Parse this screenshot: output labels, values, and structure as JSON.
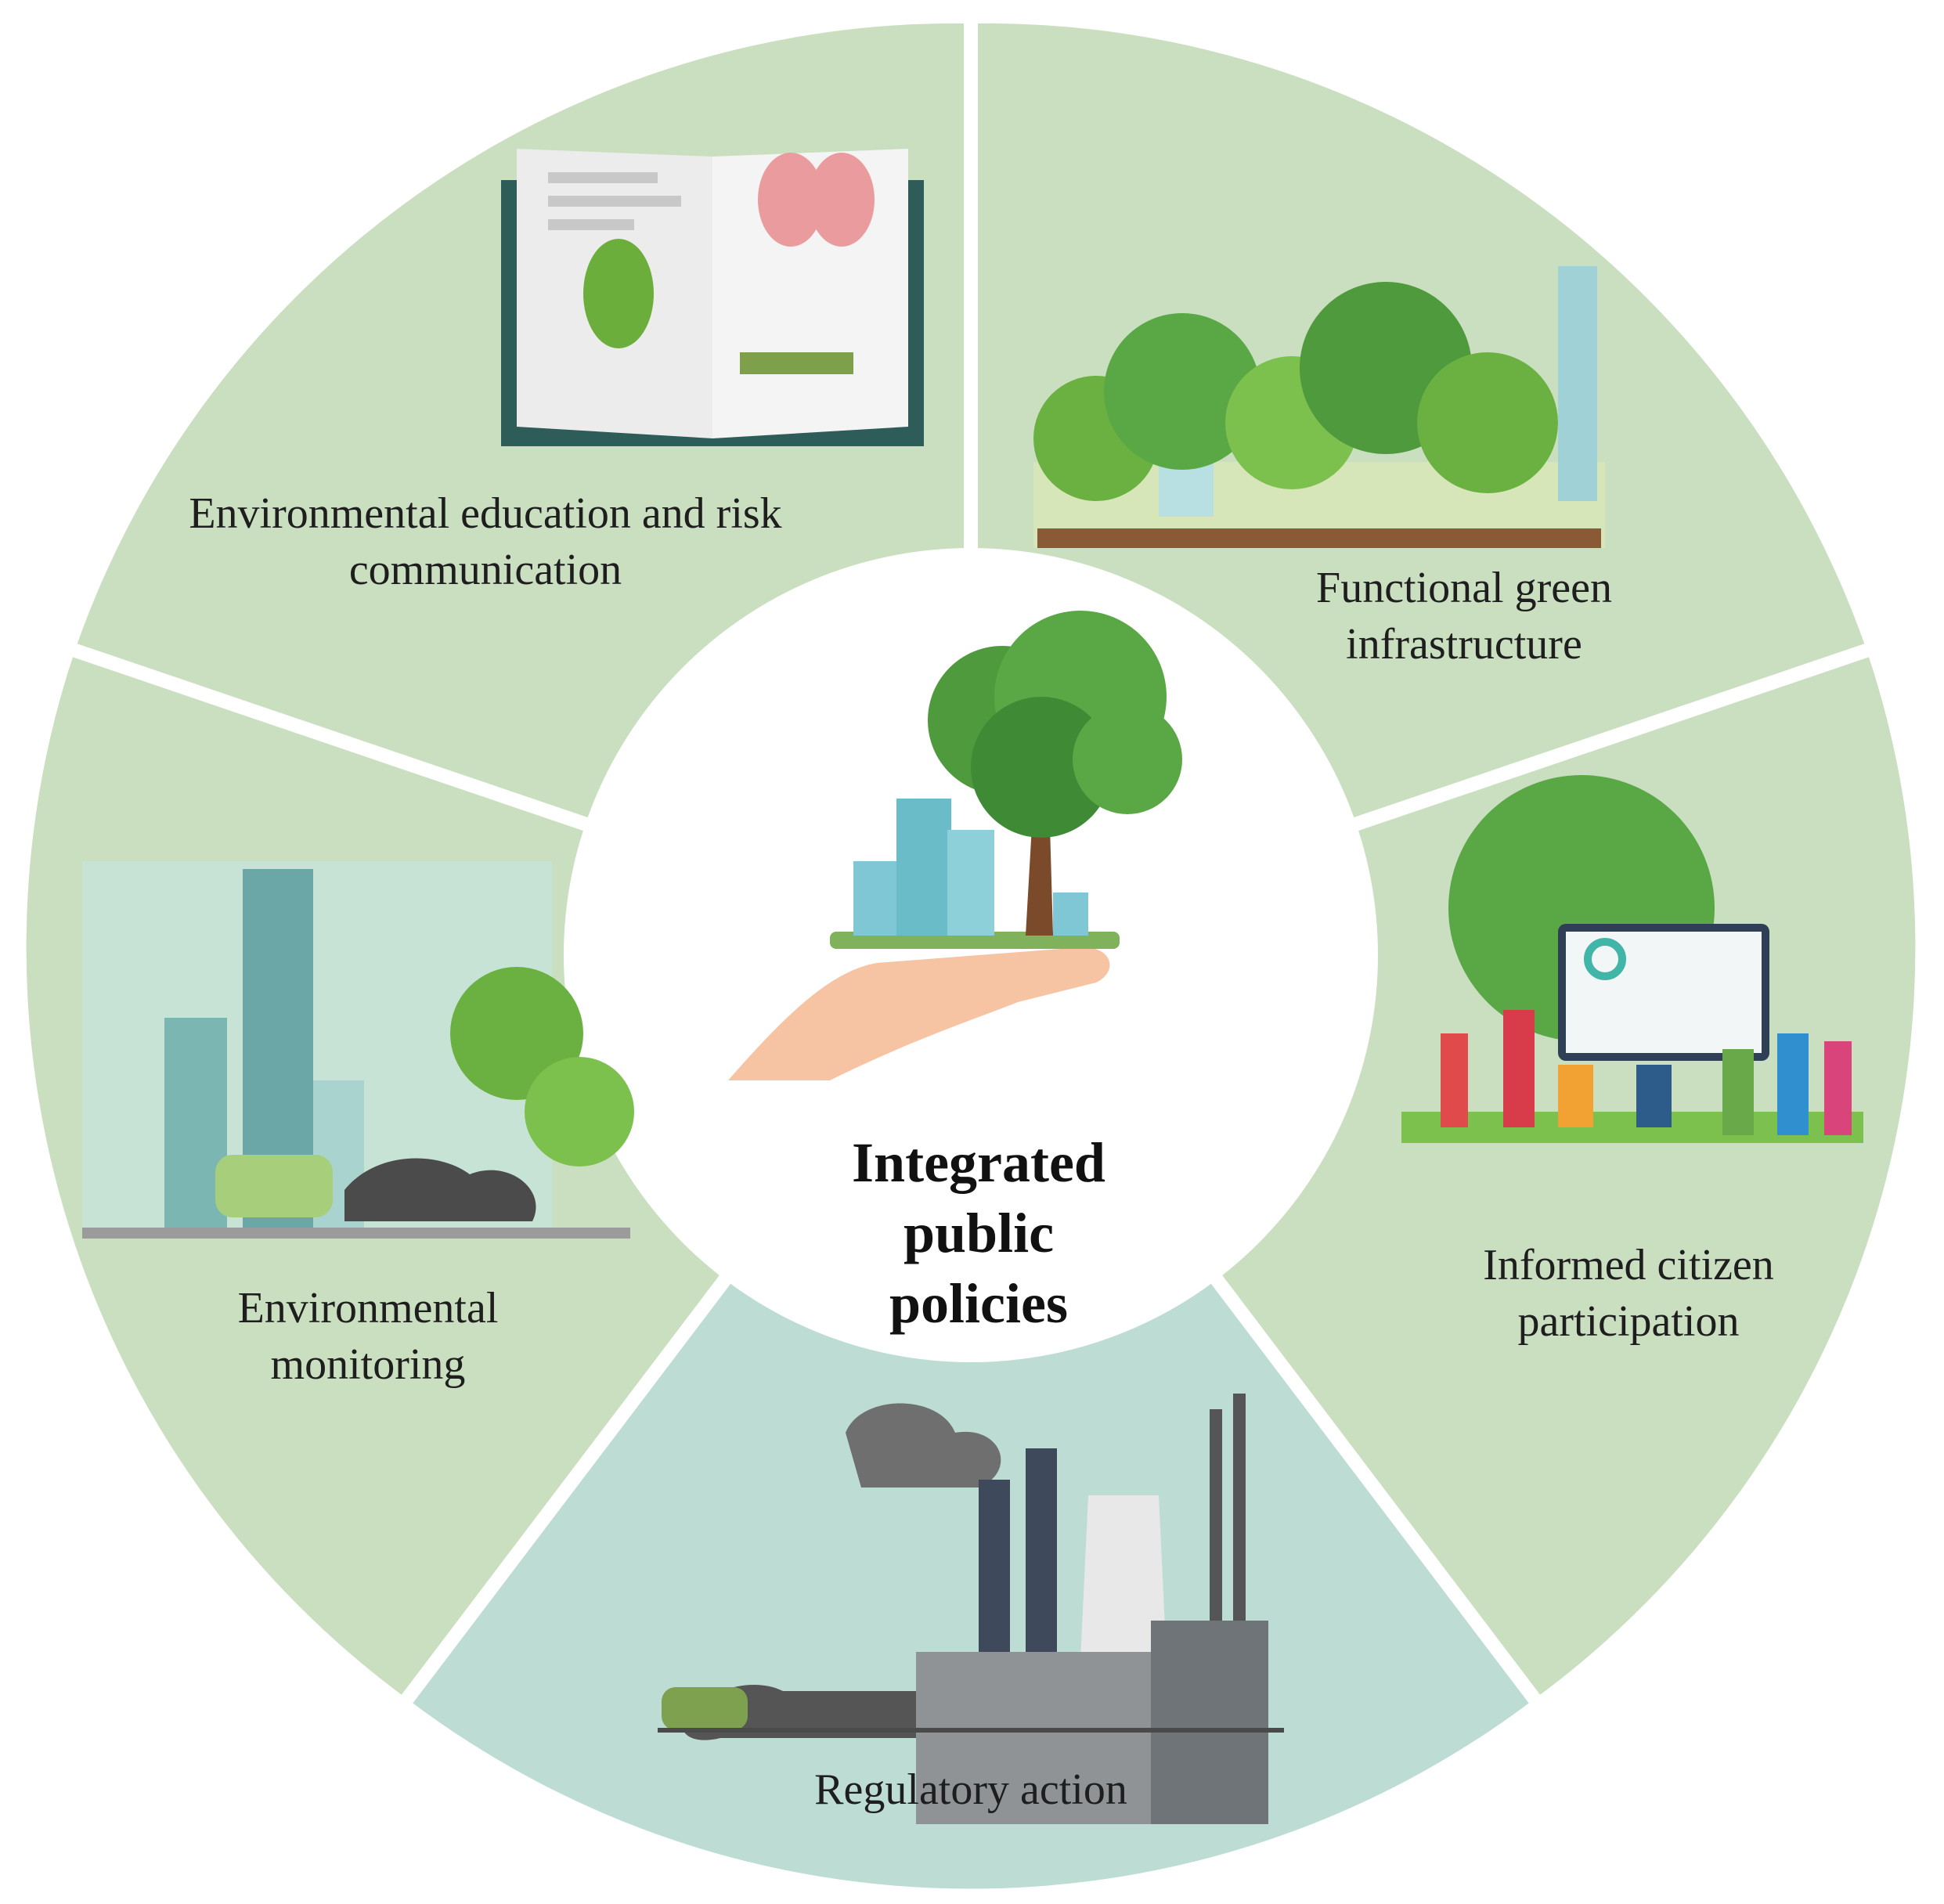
{
  "colors": {
    "sector_green": "#c9dfc0",
    "sector_teal": "#bcdcd4",
    "center": "#ffffff",
    "text": "#1e1e1e"
  },
  "center": {
    "title_lines": [
      "Integrated public",
      "policies"
    ]
  },
  "sectors": [
    {
      "id": "education",
      "lines": [
        "Environmental education and risk",
        "communication"
      ],
      "icon": "open-book-lungs-icon"
    },
    {
      "id": "green",
      "lines": [
        "Functional green",
        "infrastructure"
      ],
      "icon": "city-trees-icon"
    },
    {
      "id": "citizen",
      "lines": [
        "Informed citizen",
        "participation"
      ],
      "icon": "people-meeting-icon"
    },
    {
      "id": "regulatory",
      "lines": [
        "Regulatory action"
      ],
      "icon": "factory-smoke-icon"
    },
    {
      "id": "monitoring",
      "lines": [
        "Environmental",
        "monitoring"
      ],
      "icon": "city-car-smoke-icon"
    }
  ]
}
